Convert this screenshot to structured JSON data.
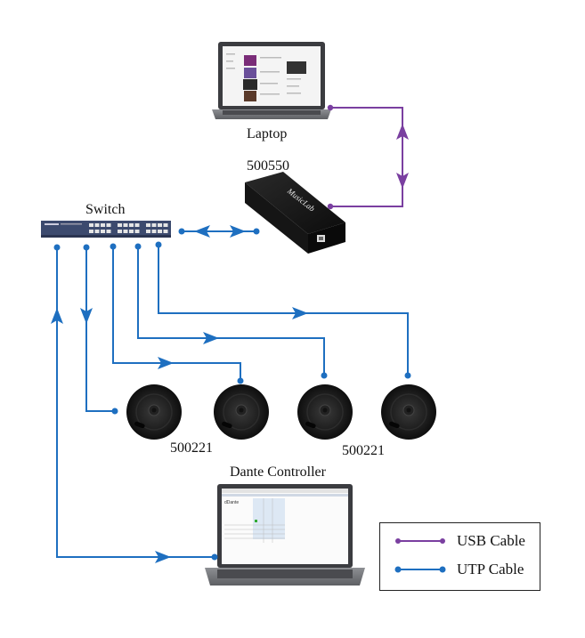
{
  "diagram": {
    "labels": {
      "laptop": "Laptop",
      "interface_model": "500550",
      "switch": "Switch",
      "speaker_model_left": "500221",
      "speaker_model_right": "500221",
      "dante_controller": "Dante Controller",
      "interface_brand": "MusicLab"
    },
    "legend": {
      "items": [
        {
          "label": "USB Cable",
          "color": "#7a3fa0"
        },
        {
          "label": "UTP Cable",
          "color": "#1e6fc0"
        }
      ]
    },
    "colors": {
      "usb": "#7a3fa0",
      "utp": "#1e6fc0"
    },
    "nodes": [
      "Laptop",
      "500550 interface",
      "Switch",
      "Speaker 1",
      "Speaker 2",
      "Speaker 3",
      "Speaker 4",
      "Dante Controller laptop"
    ],
    "connections": [
      {
        "from": "Laptop",
        "to": "500550",
        "type": "USB Cable",
        "direction": "bidirectional"
      },
      {
        "from": "Switch",
        "to": "500550",
        "type": "UTP Cable",
        "direction": "bidirectional"
      },
      {
        "from": "Switch",
        "to": "Speaker 1",
        "type": "UTP Cable"
      },
      {
        "from": "Switch",
        "to": "Speaker 2",
        "type": "UTP Cable"
      },
      {
        "from": "Switch",
        "to": "Speaker 3",
        "type": "UTP Cable"
      },
      {
        "from": "Switch",
        "to": "Speaker 4",
        "type": "UTP Cable"
      },
      {
        "from": "Switch",
        "to": "Dante Controller",
        "type": "UTP Cable",
        "direction": "bidirectional"
      }
    ]
  }
}
